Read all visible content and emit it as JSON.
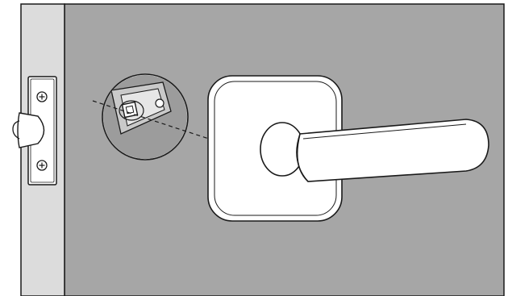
{
  "diagram": {
    "kind": "door-lever-installation-illustration",
    "colors": {
      "door": "#a6a6a6",
      "door_edge_frame": "#dcdcdc",
      "line": "#1a1a1a",
      "face": "#ffffff",
      "inset": "#9c9c9c"
    },
    "parts": [
      "door-edge",
      "latch-faceplate",
      "latch-screw",
      "latch-bolt",
      "magnified-latch-detail",
      "alignment-line",
      "lever-rose",
      "lever-handle"
    ]
  }
}
